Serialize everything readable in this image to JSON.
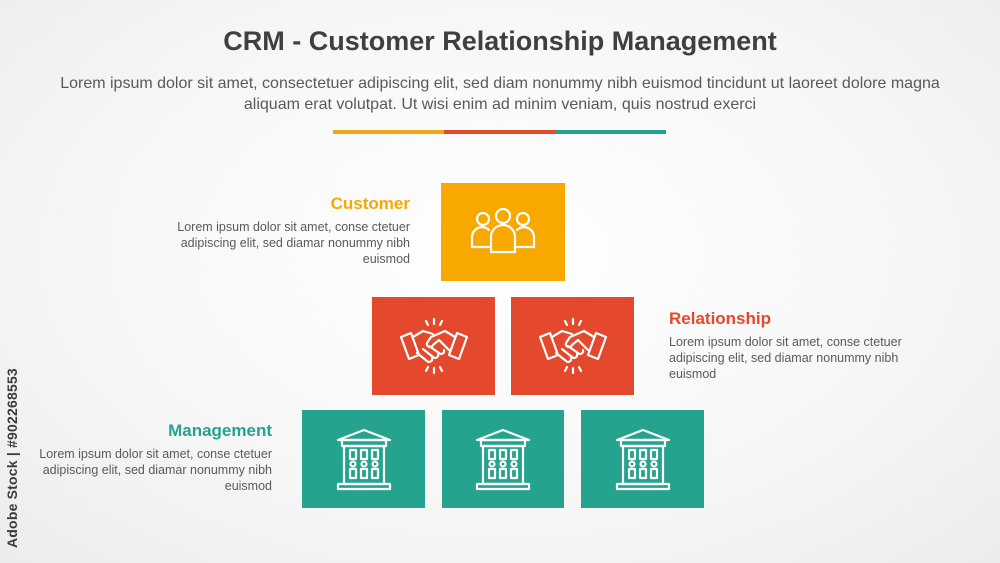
{
  "header": {
    "title": "CRM - Customer Relationship Management",
    "subtitle": "Lorem ipsum dolor sit amet, consectetuer adipiscing elit, sed diam nonummy nibh euismod tincidunt ut laoreet dolore magna aliquam erat volutpat. Ut wisi enim ad minim veniam, quis nostrud exerci"
  },
  "colors": {
    "customer": "#f9a800",
    "relationship": "#e4482d",
    "management": "#26a38f",
    "divider_yellow": "#f0a81a",
    "divider_red": "#e04a2f",
    "divider_teal": "#24a28f"
  },
  "levels": [
    {
      "title": "Customer",
      "description": "Lorem ipsum dolor sit amet, conse ctetuer adipiscing elit, sed diamar nonummy nibh euismod",
      "icon": "people-group-icon",
      "block_count": 1
    },
    {
      "title": "Relationship",
      "description": "Lorem ipsum dolor sit amet, conse ctetuer adipiscing elit, sed diamar nonummy nibh euismod",
      "icon": "handshake-icon",
      "block_count": 2
    },
    {
      "title": "Management",
      "description": "Lorem ipsum dolor sit amet, conse ctetuer adipiscing elit, sed diamar nonummy nibh euismod",
      "icon": "building-icon",
      "block_count": 3
    }
  ],
  "credit": "Adobe Stock | #902268553"
}
